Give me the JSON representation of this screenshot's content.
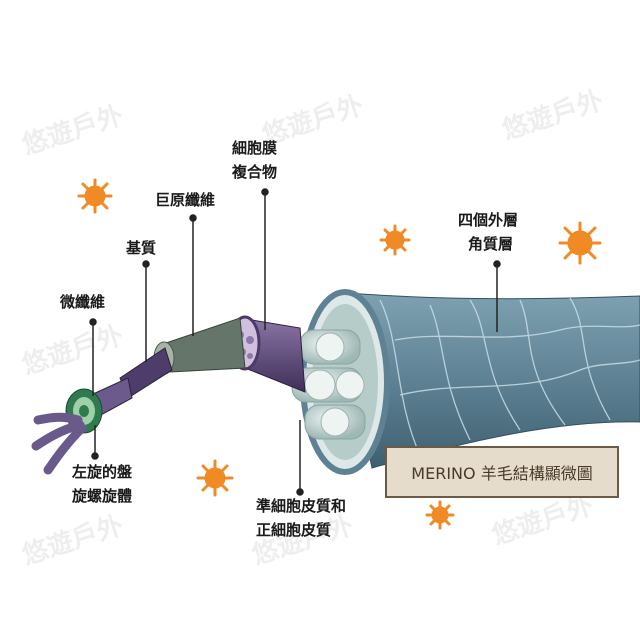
{
  "watermark": "悠遊戶外",
  "labels": {
    "cell_membrane_1": "細胞膜",
    "cell_membrane_2": "複合物",
    "macrofibril": "巨原纖維",
    "matrix": "基質",
    "microfibril": "微纖維",
    "helix_1": "左旋的盤",
    "helix_2": "旋螺旋體",
    "cortex_1": "準細胞皮質和",
    "cortex_2": "正細胞皮質",
    "cuticle_1": "四個外層",
    "cuticle_2": "角質層"
  },
  "caption": "MERINO 羊毛結構顯微圖",
  "colors": {
    "cuticle": "#5e8294",
    "cortex": "#a9c3c0",
    "macrofibril": "#5e4a7a",
    "matrix": "#6e7a6c",
    "microfibril": "#2f7a4f",
    "virus": "#f08a24",
    "caption_bg": "#e6dccb"
  }
}
